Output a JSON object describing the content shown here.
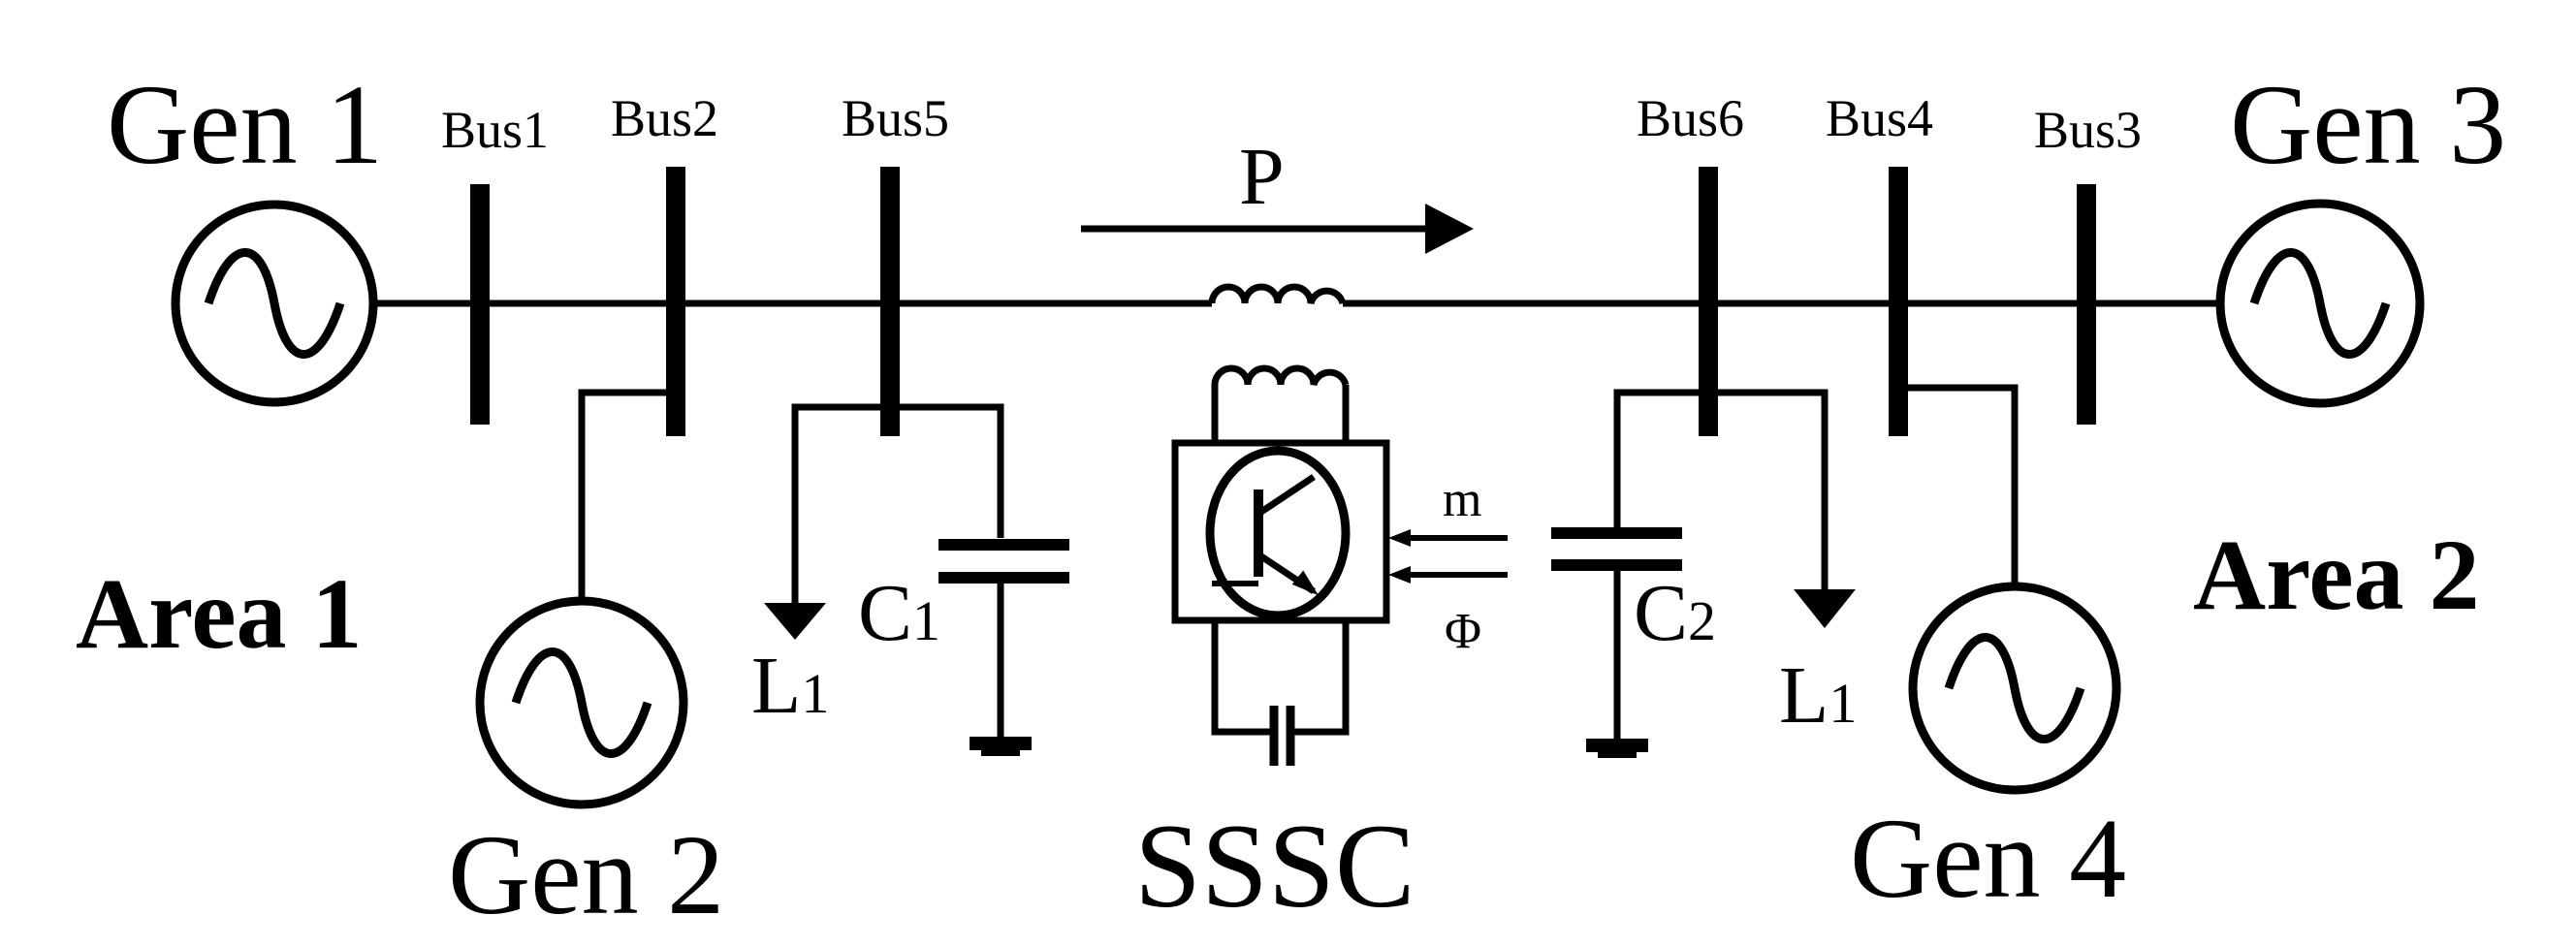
{
  "diagram": {
    "generators": {
      "gen1": "Gen 1",
      "gen2": "Gen 2",
      "gen3": "Gen 3",
      "gen4": "Gen 4"
    },
    "buses": {
      "bus1": "Bus1",
      "bus2": "Bus2",
      "bus5": "Bus5",
      "bus6": "Bus6",
      "bus4": "Bus4",
      "bus3": "Bus3"
    },
    "areas": {
      "area1": "Area 1",
      "area2": "Area 2"
    },
    "loads": {
      "left": {
        "letter": "L",
        "sub": "1"
      },
      "right": {
        "letter": "L",
        "sub": "1"
      }
    },
    "capacitors": {
      "c1": {
        "letter": "C",
        "sub": "1"
      },
      "c2": {
        "letter": "C",
        "sub": "2"
      }
    },
    "power_flow_label": "P",
    "sssc_label": "SSSC",
    "control_inputs": {
      "m": "m",
      "phi": "Φ"
    }
  }
}
